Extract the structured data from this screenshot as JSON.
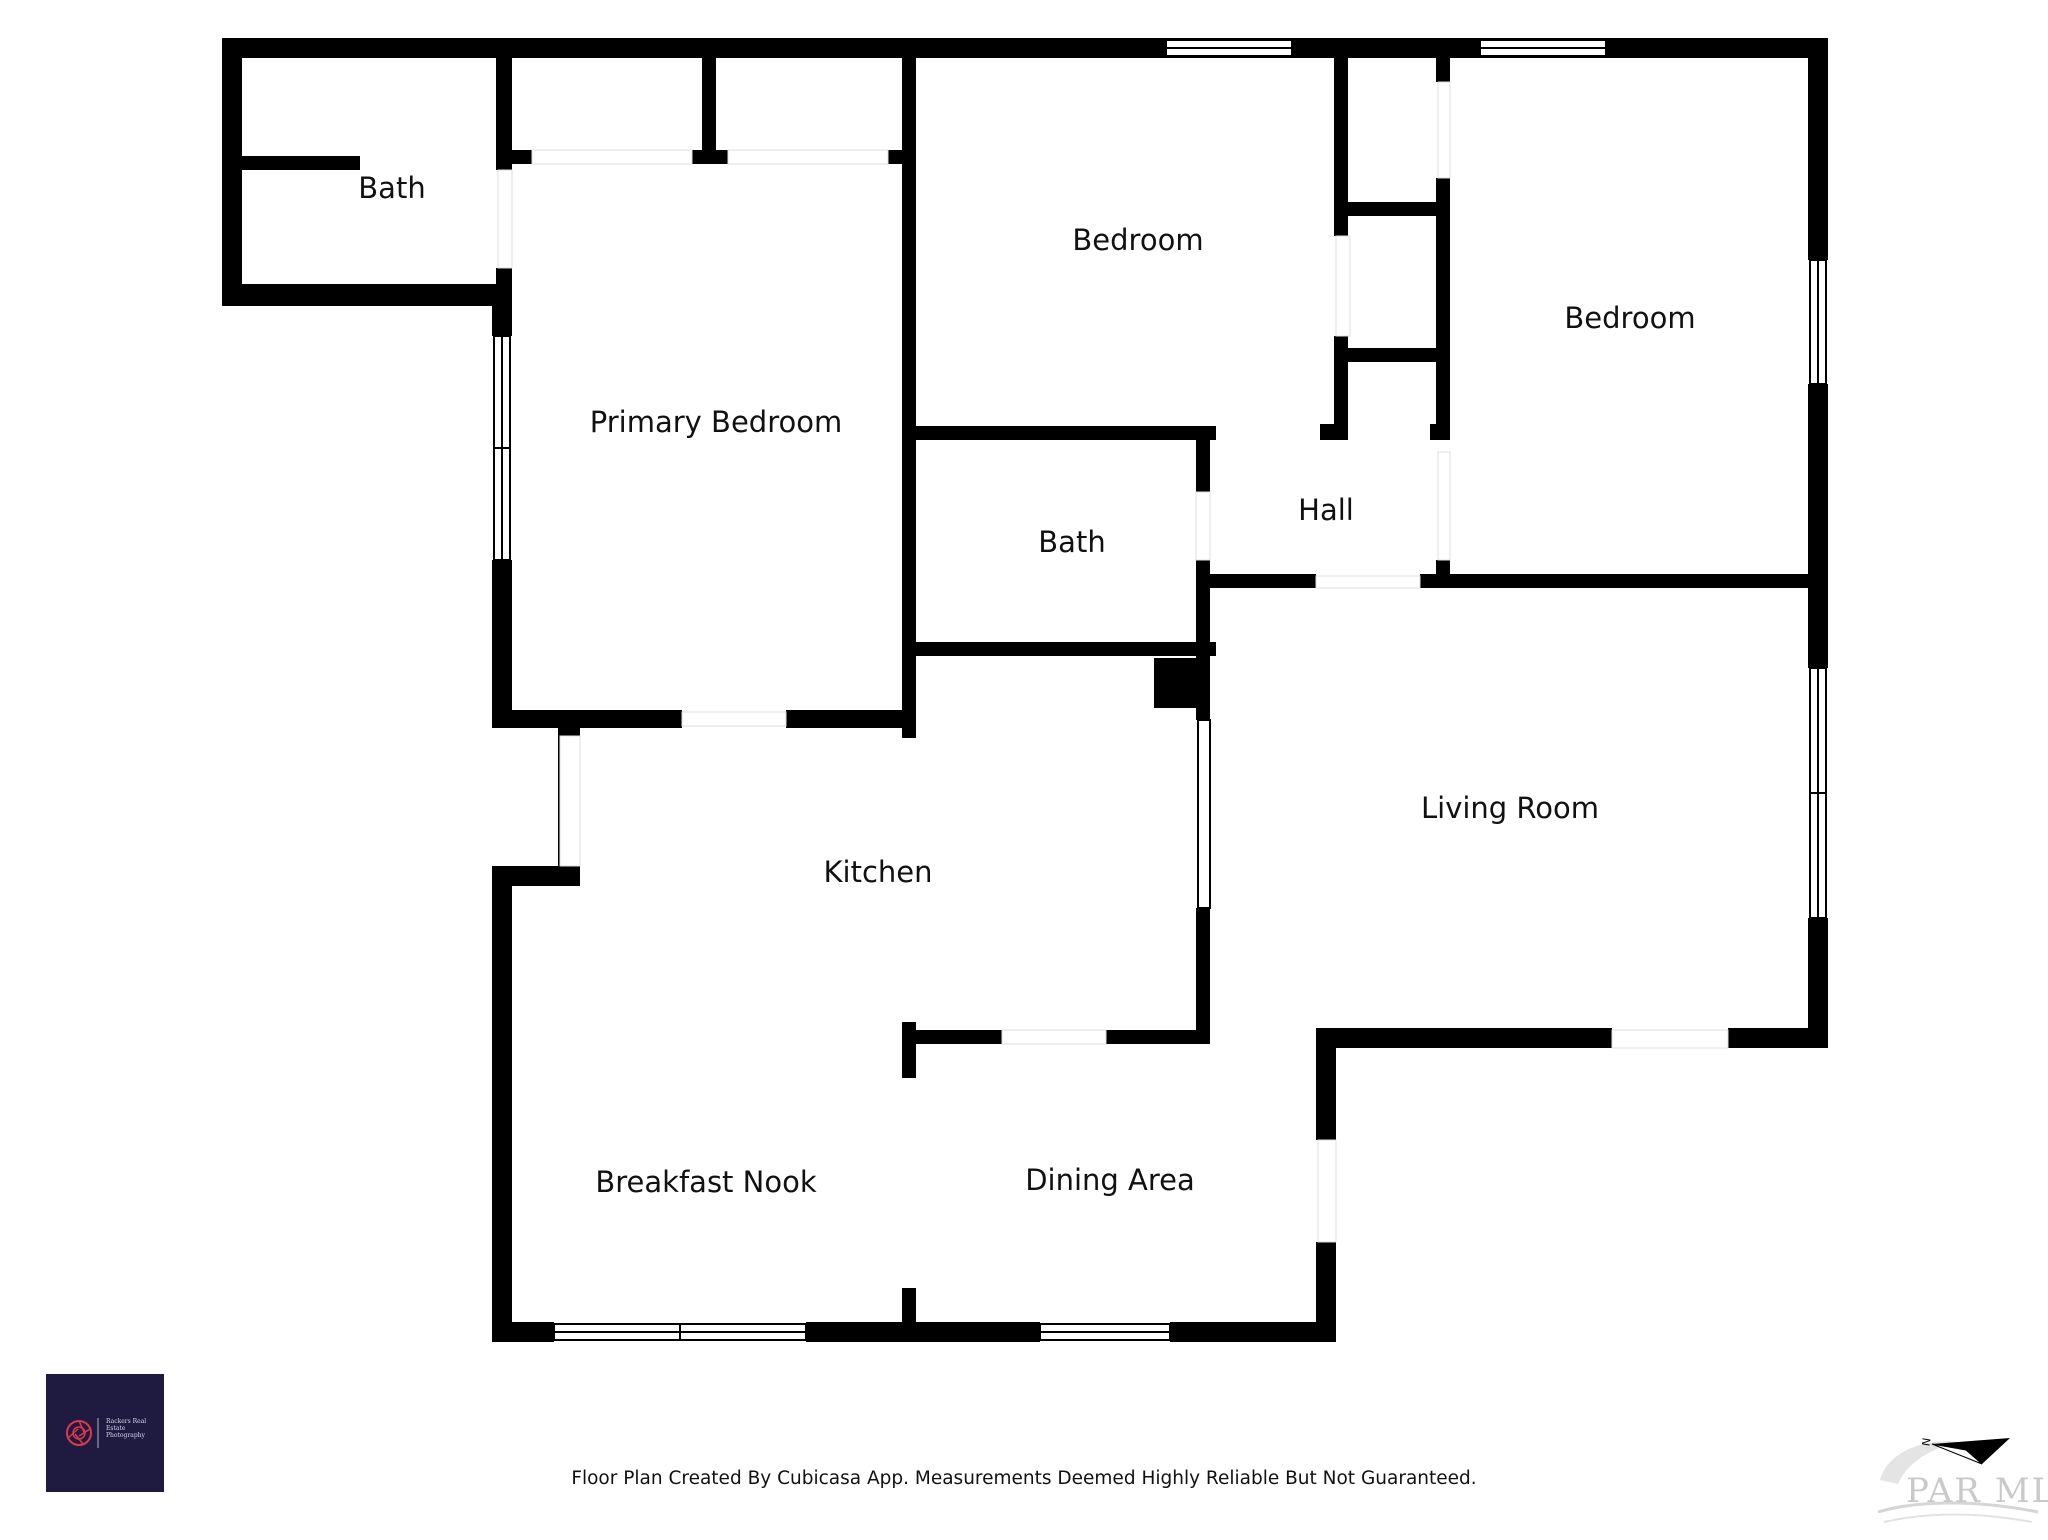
{
  "rooms": {
    "bath_top": "Bath",
    "primary_bedroom": "Primary Bedroom",
    "bedroom_center": "Bedroom",
    "bedroom_right": "Bedroom",
    "hall": "Hall",
    "bath_center": "Bath",
    "kitchen": "Kitchen",
    "living_room": "Living Room",
    "breakfast_nook": "Breakfast Nook",
    "dining_area": "Dining Area"
  },
  "footer": {
    "note": "Floor Plan Created By Cubicasa App. Measurements Deemed Highly Reliable But Not Guaranteed."
  },
  "logo": {
    "text": "Rackers Real Estate Photography",
    "bg_color": "#1e1a40",
    "accent_color": "#e0394a"
  },
  "watermark": {
    "text": "PAR MLS"
  },
  "colors": {
    "wall": "#000000",
    "background": "#ffffff",
    "opening": "#ffffff",
    "window_frame": "#000000"
  },
  "icons": {
    "compass": "north-arrow-icon",
    "logo": "camera-aperture-icon"
  }
}
